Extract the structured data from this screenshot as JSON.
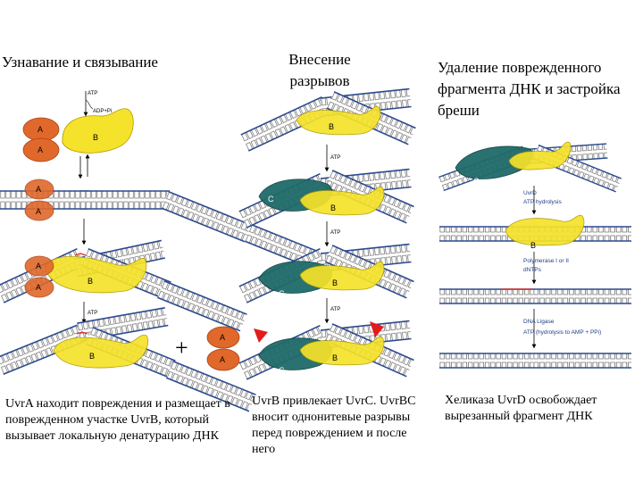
{
  "columns": [
    {
      "title": "Узнавание и связывание",
      "caption": "UvrA находит повреждения и размещает в поврежденном участке UvrB, который вызывает локальную денатурацию ДНК"
    },
    {
      "title": "Внесение разрывов",
      "caption": "UvrB привлекает UvrC. UvrBC вносит однонитевые разрывы перед повреждением и после него"
    },
    {
      "title": "Удаление поврежденного фрагмента ДНК и застройка бреши",
      "caption": "Хеликаза UvrD освобождает вырезанный фрагмент ДНК"
    }
  ],
  "proteins": {
    "a": "A",
    "b": "B",
    "c": "C",
    "plus": "+"
  },
  "labels": {
    "atp": "ATP",
    "adp_pi": "ADP+Pi",
    "uvrd": "UvrD",
    "atp_hydrolysis": "ATP hydrolysis",
    "polymerase": "Polymerase I or II",
    "dntps": "dNTPs",
    "ligase": "DNA Ligase",
    "atp_amp": "ATP (hydrolysis to AMP + PPi)"
  },
  "colors": {
    "protein_a": "#e0682a",
    "protein_b": "#f5e22a",
    "protein_c": "#1f6b6a",
    "dna_strand": "#2b4a8e",
    "lesion": "#d8322a"
  }
}
